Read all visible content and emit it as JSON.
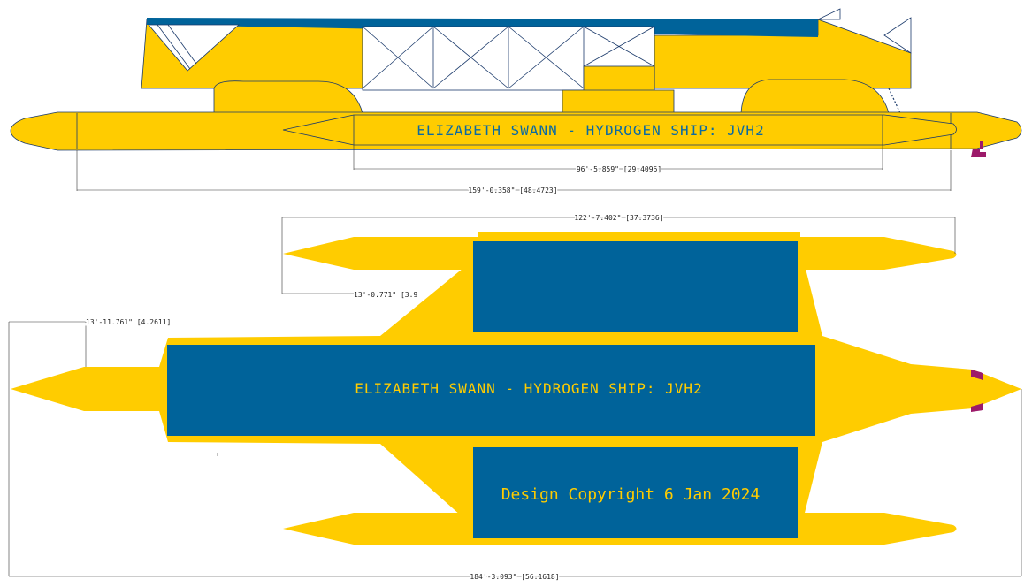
{
  "colors": {
    "hull_yellow": "#ffcc00",
    "deck_blue": "#00639a",
    "outline": "#1b3a6b",
    "dimension_line": "#333333",
    "prop_magenta": "#9c1a6a"
  },
  "side_view": {
    "hull_label": "ELIZABETH SWANN - HYDROGEN SHIP: JVH2",
    "dimensions": {
      "inner_length": "96'-5.859\" [29.4096]",
      "overall_length": "159'-0.358\" [48.4723]"
    }
  },
  "plan_view": {
    "deck_label": "ELIZABETH SWANN - HYDROGEN SHIP: JVH2",
    "copyright": "Design Copyright 6 Jan 2024",
    "dimensions": {
      "outer_hull_length": "122'-7.402\" [37.3736]",
      "outer_hull_beam": "13'-0.771\" [3.9",
      "center_hull_beam": "13'-11.761\" [4.2611]",
      "overall_length": "184'-3.093\" [56.1618]"
    }
  }
}
